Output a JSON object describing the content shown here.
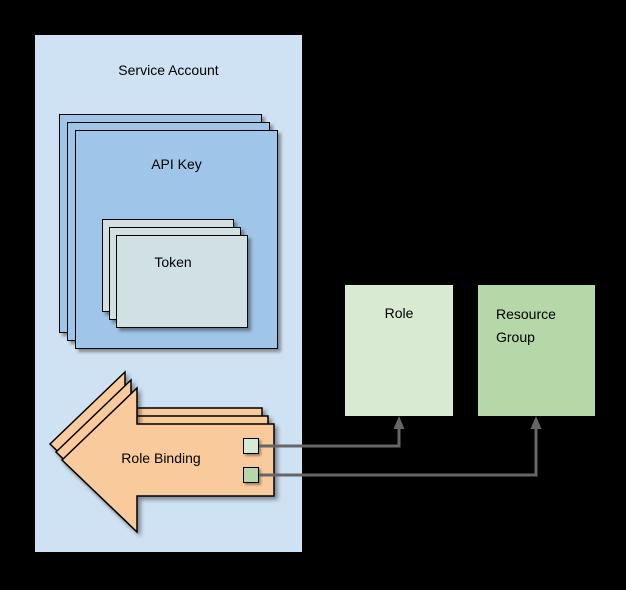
{
  "diagram": {
    "background_color": "#000000",
    "text_color": "#000000",
    "nodes": {
      "service_account": {
        "label": "Service Account",
        "fill_color": "#cfe2f3",
        "type": "container"
      },
      "api_key": {
        "label": "API Key",
        "fill_color": "#9fc5e8",
        "stack_count": 3
      },
      "token": {
        "label": "Token",
        "fill_color": "#d0e0e3",
        "stack_count": 3
      },
      "role_binding": {
        "label": "Role Binding",
        "fill_color": "#f9cb9c",
        "stack_count": 3,
        "shape": "left-arrow"
      },
      "role": {
        "label": "Role",
        "fill_color": "#d9ead3"
      },
      "resource_group": {
        "label": "Resource Group",
        "fill_color": "#b6d7a8"
      }
    },
    "ports": {
      "role_port": {
        "fill_color": "#d9ead3",
        "attached_to": "role_binding"
      },
      "resource_group_port": {
        "fill_color": "#b6d7a8",
        "attached_to": "role_binding"
      }
    },
    "connectors": [
      {
        "from": "role_binding",
        "to": "role",
        "color": "#666666",
        "style": "elbow-arrow-up"
      },
      {
        "from": "role_binding",
        "to": "resource_group",
        "color": "#666666",
        "style": "elbow-arrow-up"
      }
    ]
  }
}
